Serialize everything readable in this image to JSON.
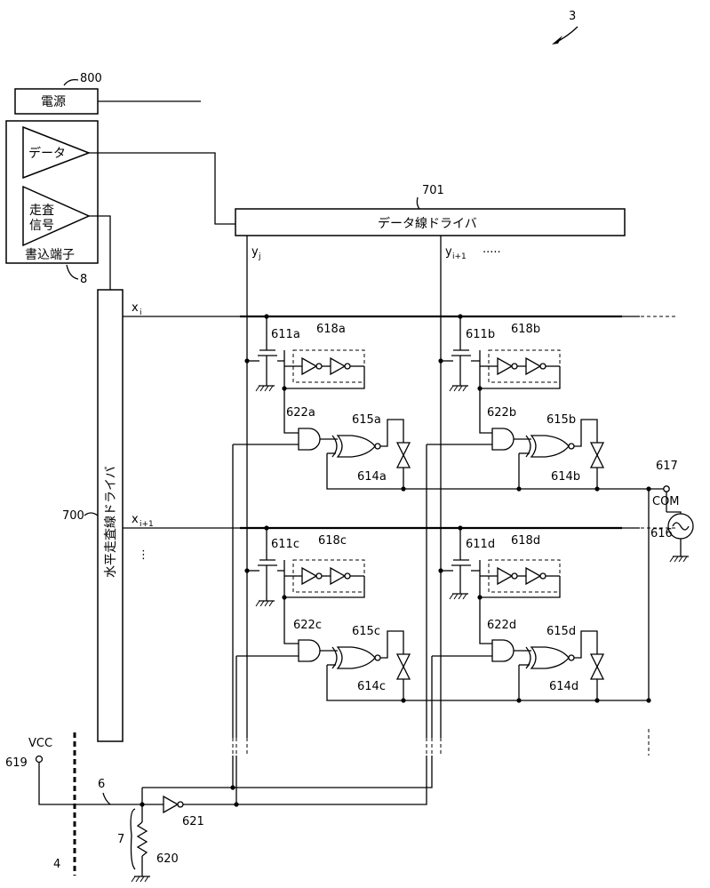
{
  "figure_number": "3",
  "blocks": {
    "power_supply": {
      "label": "電源",
      "ref": "800"
    },
    "write_terminal": {
      "label": "書込端子",
      "ref": "8",
      "data_amp": "データ",
      "scan_amp_line1": "走査",
      "scan_amp_line2": "信号"
    },
    "data_line_driver": {
      "label": "データ線ドライバ",
      "ref": "701"
    },
    "horizontal_scan_driver": {
      "label": "水平走査線ドライバ",
      "ref": "700"
    }
  },
  "lines": {
    "x_i": "x",
    "x_i_sub": "i",
    "x_i1": "x",
    "x_i1_sub": "i+1",
    "y_j": "y",
    "y_j_sub": "j",
    "y_j1": "y",
    "y_j1_sub": "i+1",
    "ellipsis_h": "·····",
    "ellipsis_v": "⋮"
  },
  "cells": [
    {
      "tft": "611a",
      "buffer": "618a",
      "and_gate": "622a",
      "xor_gate": "615a",
      "switch": "614a"
    },
    {
      "tft": "611b",
      "buffer": "618b",
      "and_gate": "622b",
      "xor_gate": "615b",
      "switch": "614b"
    },
    {
      "tft": "611c",
      "buffer": "618c",
      "and_gate": "622c",
      "xor_gate": "615c",
      "switch": "614c"
    },
    {
      "tft": "611d",
      "buffer": "618d",
      "and_gate": "622d",
      "xor_gate": "615d",
      "switch": "614d"
    }
  ],
  "common": {
    "terminal_ref": "617",
    "terminal_label": "COM",
    "ac_source_ref": "616"
  },
  "supply": {
    "vcc_label": "VCC",
    "vcc_ref": "619",
    "line_ref": "6",
    "resistor_group_ref": "7",
    "resistor_ref": "620",
    "inverter_ref": "621",
    "boundary_ref": "4"
  }
}
